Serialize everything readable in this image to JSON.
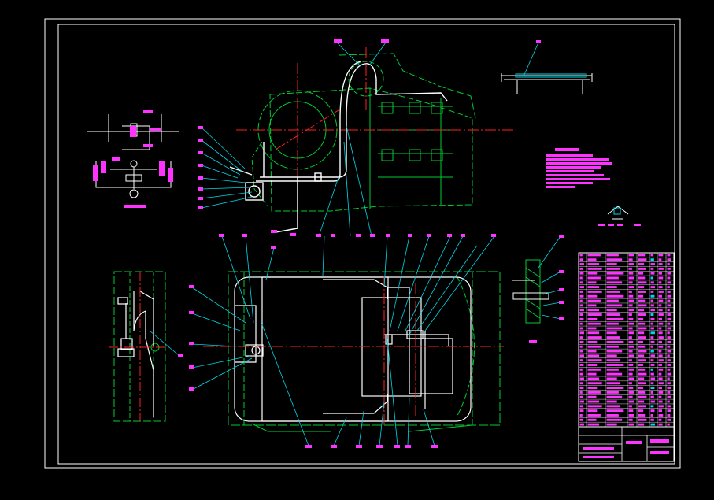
{
  "window": {
    "title": ""
  },
  "drawing": {
    "background": "#000000",
    "colors": {
      "frame": "#ffffff",
      "outline": "#00cc33",
      "center_line": "#ff2020",
      "pipe": "#ffffff",
      "leader": "#00d8e8",
      "label": "#ff33ff",
      "table_grid": "#ffffff",
      "table_cell": "#ff33ff",
      "table_accent": "#00d8e8"
    },
    "views": [
      {
        "name": "side-view-upper"
      },
      {
        "name": "plan-view-lower"
      },
      {
        "name": "end-view-left"
      },
      {
        "name": "schematic-top-left"
      },
      {
        "name": "detail-top-right"
      },
      {
        "name": "section-detail-right"
      },
      {
        "name": "small-detail-right"
      }
    ],
    "technical_requirements": {
      "lines": 9
    },
    "parts_list": {
      "rows": 38,
      "columns": 8
    },
    "title_block": {
      "rows": 4
    }
  }
}
